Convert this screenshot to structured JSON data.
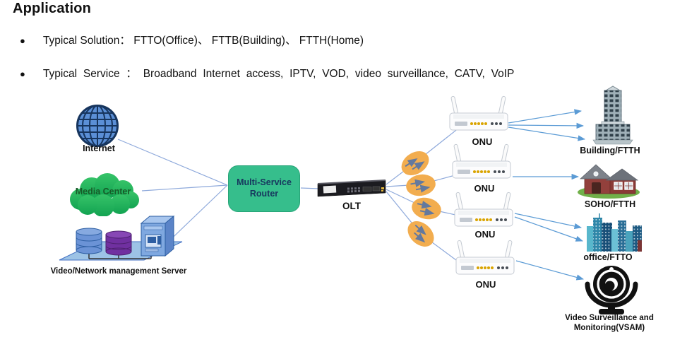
{
  "page": {
    "title": "Application",
    "bullets": [
      {
        "dot": "●",
        "text": "Typical Solution：  FTTO(Office)、 FTTB(Building)、 FTTH(Home)"
      },
      {
        "dot": "●",
        "text": "Typical Service ： Broadband Internet access, IPTV, VOD, video surveillance, CATV, VoIP"
      }
    ]
  },
  "diagram": {
    "internet": {
      "label": "Internet"
    },
    "media_center": {
      "label": "Media Center"
    },
    "server": {
      "label": "Video/Network management Server"
    },
    "router": {
      "label": "Multi-Service Router"
    },
    "olt": {
      "label": "OLT"
    },
    "onu": {
      "label": "ONU"
    },
    "endpoints": {
      "building": {
        "label": "Building/FTTH"
      },
      "soho": {
        "label": "SOHO/FTTH"
      },
      "office": {
        "label": "office/FTTO"
      },
      "vsam": {
        "label": "Video Surveillance and Monitoring(VSAM)"
      }
    },
    "colors": {
      "router_fill": "#36BE8C",
      "router_text": "#17375E",
      "cloud_fill_top": "#36C368",
      "cloud_fill_bottom": "#12A351",
      "cloud_text": "#175A28",
      "splitter_fill": "#F2AD4F",
      "splitter_arrow": "#64799E",
      "link_line": "#8EA9DB",
      "arrow_line": "#5B9BD5",
      "globe_fill": "#5B8FD6",
      "globe_line": "#17355E",
      "label_text": "#111111"
    }
  }
}
